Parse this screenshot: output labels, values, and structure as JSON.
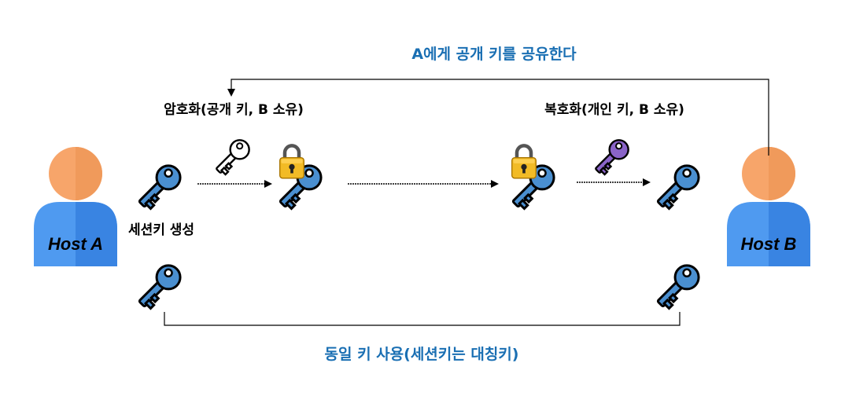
{
  "hosts": {
    "a": {
      "label": "Host A"
    },
    "b": {
      "label": "Host B"
    }
  },
  "labels": {
    "share_public_key": "A에게 공개 키를 공유한다",
    "encrypt": "암호화(공개 키, B 소유)",
    "decrypt": "복호화(개인 키, B 소유)",
    "session_key_gen": "세션키 생성",
    "same_key_use": "동일 키 사용(세션키는 대칭키)"
  },
  "colors": {
    "accent_text": "#1a6fb3",
    "session_key": "#4a8fd0",
    "public_key": "#ffffff",
    "private_key": "#8a64c8",
    "lock": "#f2bb26",
    "host_skin": "#f7a56a",
    "host_body": "#4f9af0",
    "line": "#000000"
  },
  "icons": {
    "person": "person-icon",
    "session_key": "key-icon",
    "public_key": "key-icon",
    "private_key": "key-icon",
    "lock": "padlock-icon"
  }
}
